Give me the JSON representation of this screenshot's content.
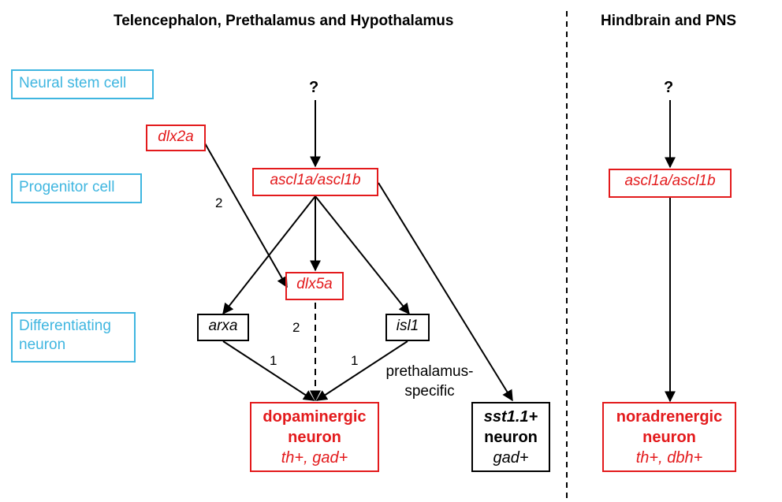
{
  "titles": {
    "left": "Telencephalon, Prethalamus and Hypothalamus",
    "right": "Hindbrain and PNS"
  },
  "stages": {
    "stem": "Neural stem cell",
    "progenitor": "Progenitor cell",
    "differentiating_line1": "Differentiating",
    "differentiating_line2": "neuron"
  },
  "left": {
    "unknown": "?",
    "dlx2a": "dlx2a",
    "ascl1": "ascl1a/ascl1b",
    "dlx5a": "dlx5a",
    "arxa": "arxa",
    "isl1": "isl1",
    "edge_labels": {
      "dlx2a_dlx5a": "2",
      "dlx5a_dopa": "2",
      "arxa_dopa": "1",
      "isl1_dopa": "1"
    },
    "prethalamus_note_line1": "prethalamus-",
    "prethalamus_note_line2": "specific",
    "dopaminergic": {
      "line1": "dopaminergic",
      "line2": "neuron",
      "markers": "th+, gad+"
    },
    "sst": {
      "line1": "sst1.1+",
      "line2": "neuron",
      "markers": "gad+"
    }
  },
  "right": {
    "unknown": "?",
    "ascl1": "ascl1a/ascl1b",
    "noradrenergic": {
      "line1": "noradrenergic",
      "line2": "neuron",
      "markers": "th+, dbh+"
    }
  },
  "colors": {
    "gene_red": "#e31a1c",
    "stage_blue": "#3fb6e0",
    "edge_black": "#000000"
  }
}
